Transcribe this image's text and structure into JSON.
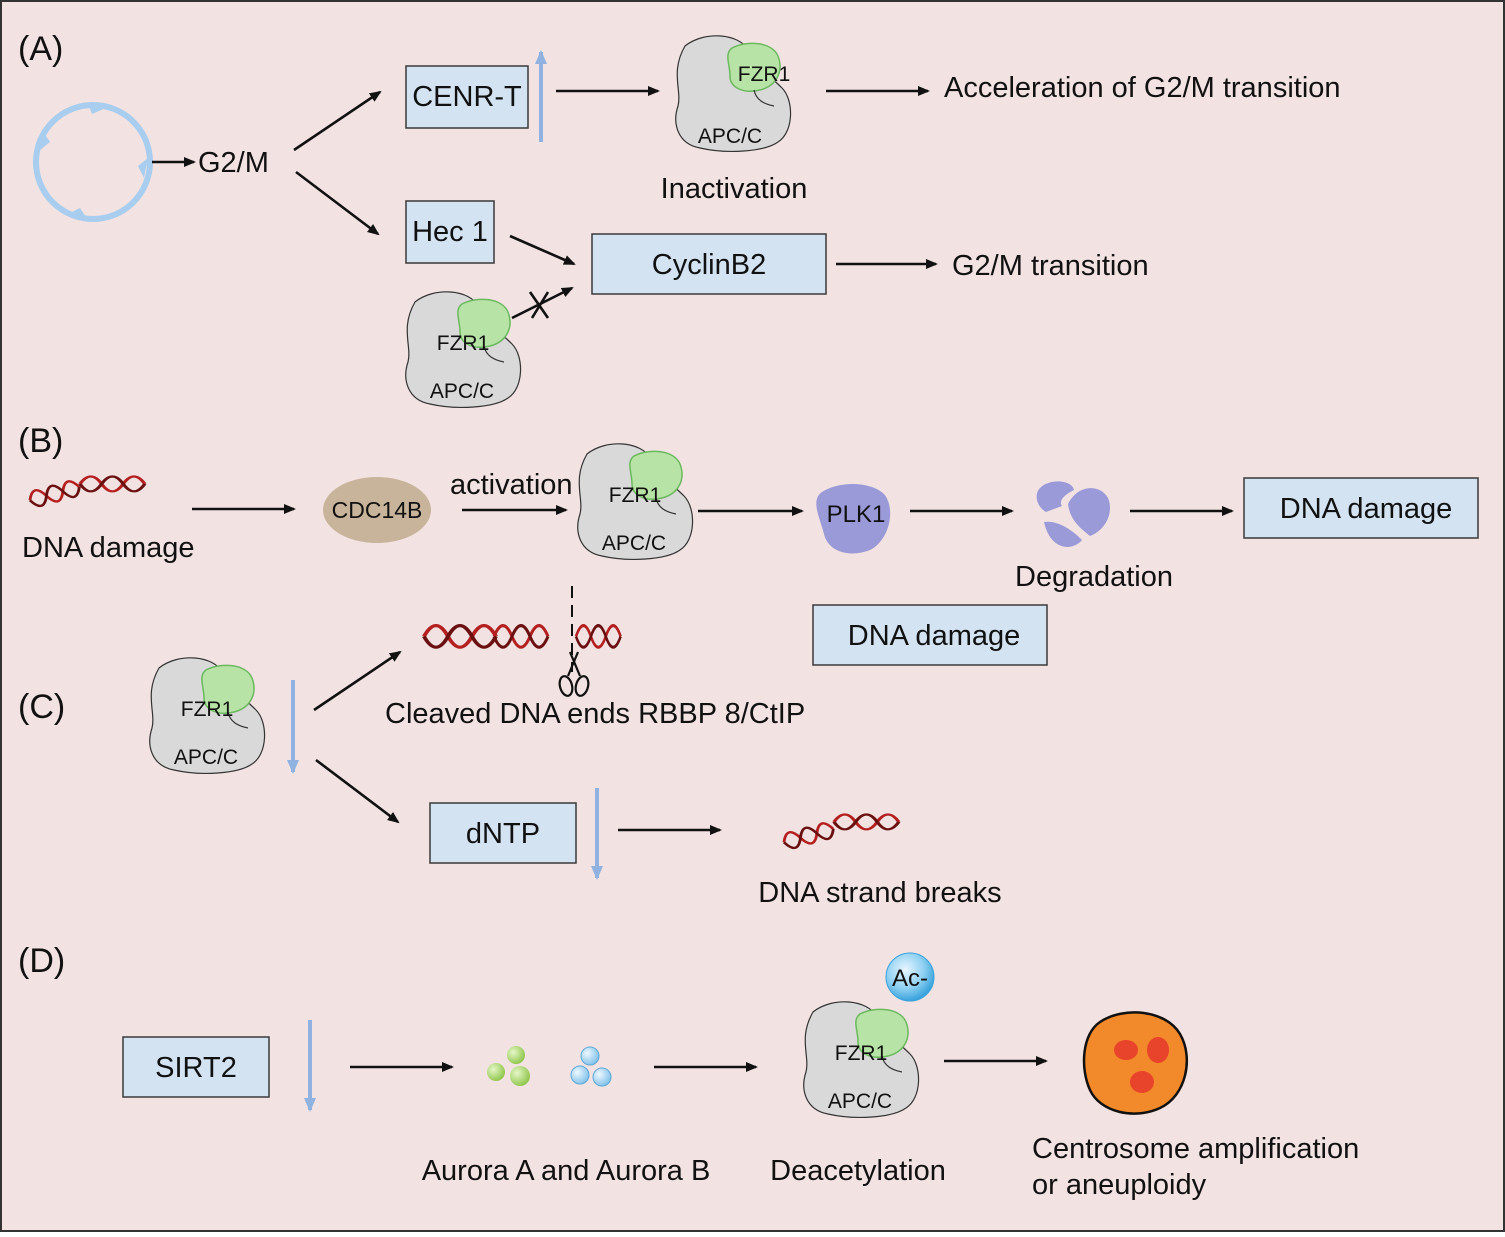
{
  "panels": {
    "a": "(A)",
    "b": "(B)",
    "c": "(C)",
    "d": "(D)"
  },
  "panel_a": {
    "cell_cycle_stage": "G2/M",
    "cenrt": "CENR-T",
    "hec1": "Hec 1",
    "cyclinb2": "CyclinB2",
    "inactivation": "Inactivation",
    "acceleration": "Acceleration of G2/M transition",
    "transition": "G2/M transition"
  },
  "complex": {
    "fzr1": "FZR1",
    "apcc": "APC/C"
  },
  "panel_b": {
    "dna_damage_left": "DNA damage",
    "cdc14b": "CDC14B",
    "activation": "activation",
    "plk1": "PLK1",
    "degradation": "Degradation",
    "dna_damage_right": "DNA damage"
  },
  "panel_c": {
    "dna_damage_box": "DNA damage",
    "cleaved": "Cleaved DNA ends RBBP 8/CtIP",
    "dntp": "dNTP",
    "strand_breaks": "DNA strand breaks"
  },
  "panel_d": {
    "sirt2": "SIRT2",
    "ac": "Ac-",
    "aurora": "Aurora A and Aurora B",
    "deacetylation": "Deacetylation",
    "centrosome_line1": "Centrosome amplification",
    "centrosome_line2": "or aneuploidy"
  },
  "colors": {
    "background": "#f2e2e2",
    "box_fill": "#d3e3f2",
    "apc_grey": "#d9d9d9",
    "fzr1_green": "#b7e4a6",
    "cdc14b_brown": "#c8b49a",
    "plk1_purple": "#9b9ad8",
    "dna_red": "#b3201f",
    "arrow_blue": "#8fb2e0",
    "cell_orange": "#f2892a"
  }
}
